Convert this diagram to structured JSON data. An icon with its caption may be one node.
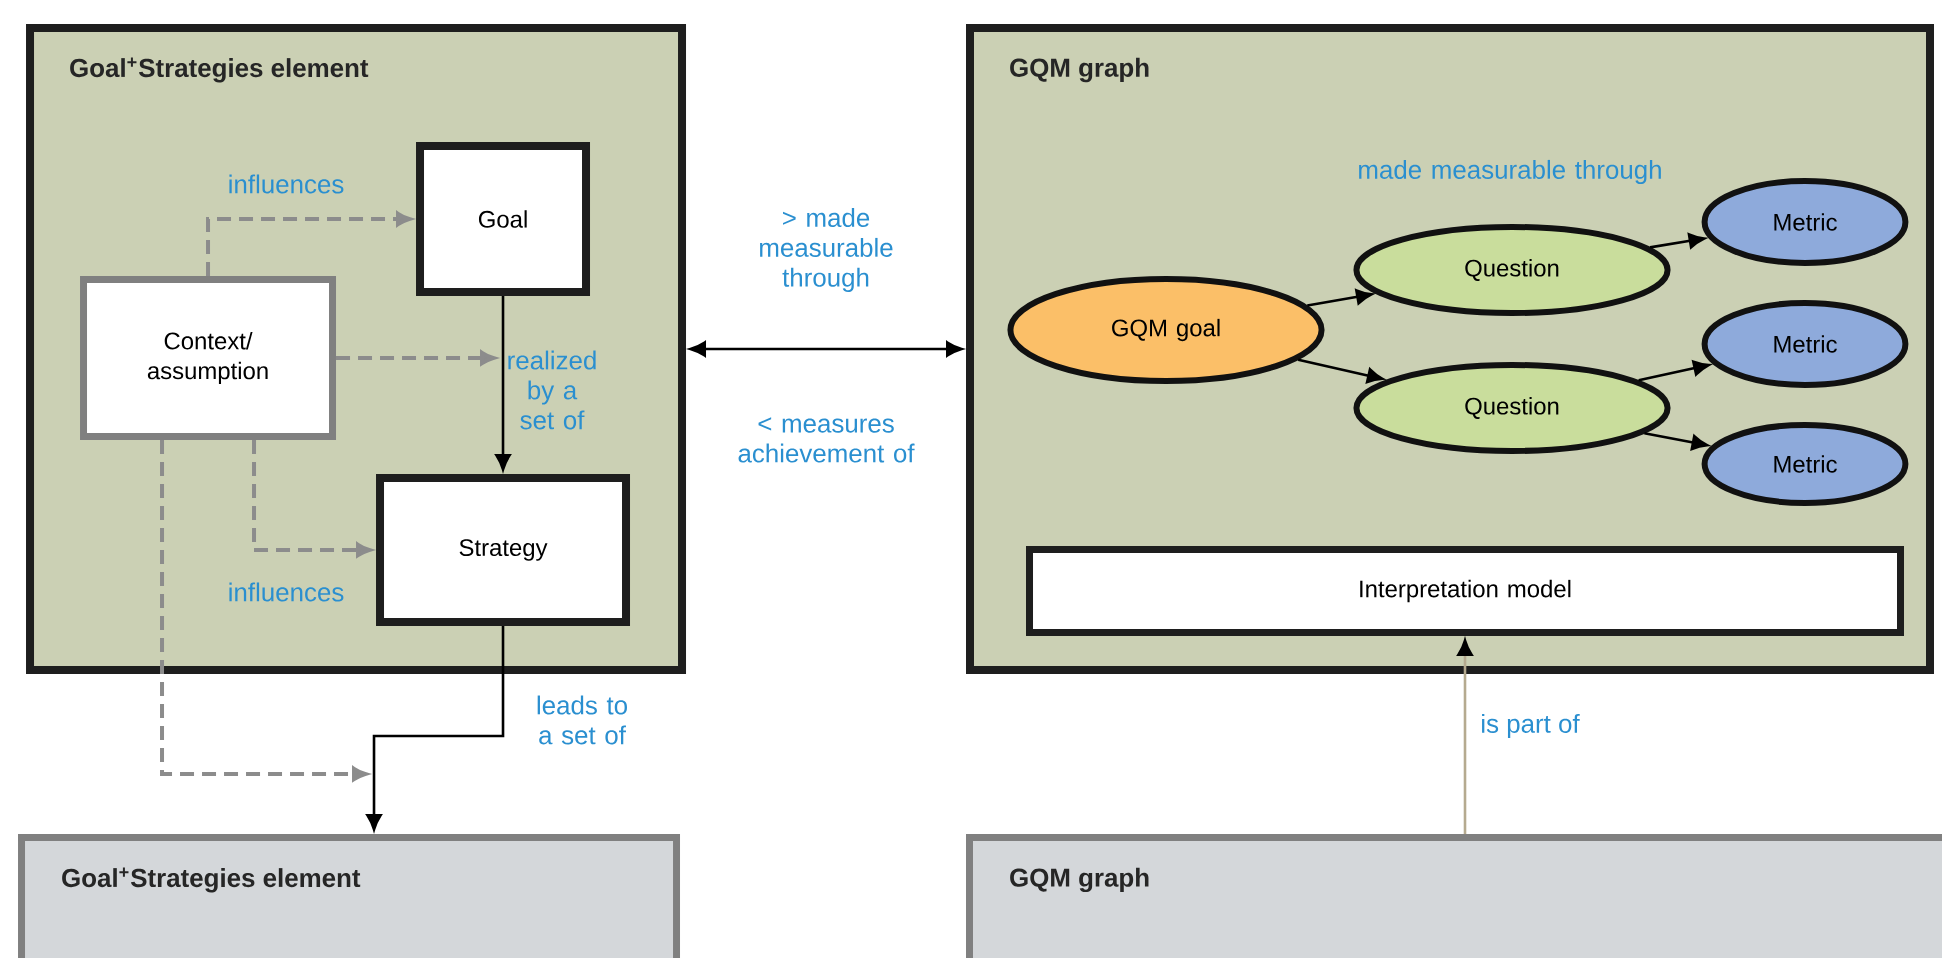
{
  "diagram": {
    "nodes": [
      {
        "text": [
          "Goal$^{+}$Strategies element"
        ]
      },
      {
        "text": [
          "Goal"
        ],
        "in": 0
      },
      {
        "text": [
          "Context/ assumption"
        ],
        "in": 0
      },
      {
        "text": [
          "Strategy"
        ],
        "in": 0
      },
      {
        "text": [
          "GQM graph"
        ]
      },
      {
        "text": [
          "GQM goal"
        ],
        "in": 4
      },
      {
        "text": [
          "Question"
        ],
        "in": 4
      },
      {
        "text": [
          "Question"
        ],
        "in": 4
      },
      {
        "text": [
          "Metric"
        ],
        "in": 4
      },
      {
        "text": [
          "Metric"
        ],
        "in": 4
      },
      {
        "text": [
          "Metric"
        ],
        "in": 4
      },
      {
        "text": [
          "Interpretation model"
        ],
        "in": 4
      },
      {
        "text": [
          "Goal$^{+}$Strategies element"
        ]
      },
      {
        "text": [
          "GQM graph"
        ]
      }
    ],
    "edges": [
      {
        "from": 2,
        "to": 1,
        "arrow": "to",
        "label": "influences",
        "style": "dashed",
        "color": "#8c8c8c"
      },
      {
        "from": 2,
        "to": null,
        "arrow": "to",
        "style": "dashed",
        "color": "#8c8c8c"
      },
      {
        "from": 1,
        "to": 3,
        "arrow": "to",
        "label": "realized by a set of"
      },
      {
        "from": 2,
        "to": 3,
        "arrow": "to",
        "label": "influences",
        "style": "dashed",
        "color": "#8c8c8c"
      },
      {
        "from": 2,
        "to": null,
        "arrow": "to",
        "style": "dashed",
        "color": "#8c8c8c"
      },
      {
        "from": 3,
        "to": 12,
        "arrow": "to",
        "label": "leads to a set of"
      },
      {
        "from": 0,
        "to": 4,
        "arrow": "both",
        "label": "> made measurable through"
      },
      {
        "from": 5,
        "to": 6,
        "arrow": "to"
      },
      {
        "from": 5,
        "to": 7,
        "arrow": "to"
      },
      {
        "from": 6,
        "to": 8,
        "arrow": "to"
      },
      {
        "from": 7,
        "to": 9,
        "arrow": "to"
      },
      {
        "from": 7,
        "to": 10,
        "arrow": "to"
      },
      {
        "from": 13,
        "to": 11,
        "arrow": "to",
        "label": "is part of",
        "color": "#b5aa8f"
      }
    ],
    "labels": [
      "< measures achievement of",
      "made measurable through"
    ]
  }
}
